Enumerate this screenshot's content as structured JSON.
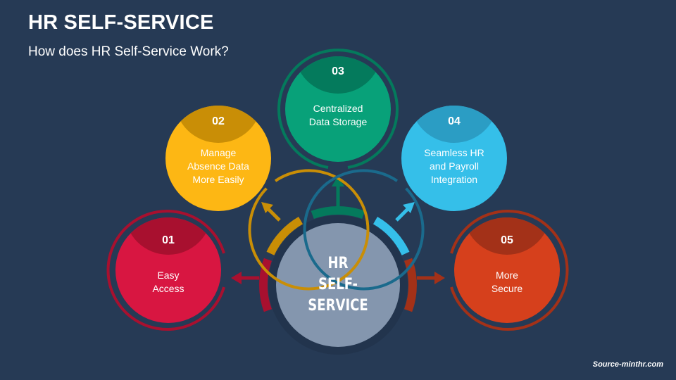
{
  "header": {
    "title": "HR SELF-SERVICE",
    "subtitle": "How does HR Self-Service Work?"
  },
  "hub": {
    "line1": "HR",
    "line2": "SELF-SERVICE",
    "color": "#8496ae"
  },
  "steps": [
    {
      "number": "01",
      "label": "Easy Access",
      "lines": [
        "Easy",
        "Access"
      ],
      "color": "#d81641",
      "dark": "#a8102f"
    },
    {
      "number": "02",
      "label": "Manage Absence Data More Easily",
      "lines": [
        "Manage",
        "Absence Data",
        "More Easily"
      ],
      "color": "#fdb714",
      "dark": "#c98e06"
    },
    {
      "number": "03",
      "label": "Centralized Data Storage",
      "lines": [
        "Centralized",
        "Data Storage"
      ],
      "color": "#08a179",
      "dark": "#047a5c"
    },
    {
      "number": "04",
      "label": "Seamless HR and Payroll Integration",
      "lines": [
        "Seamless HR",
        "and Payroll",
        "Integration"
      ],
      "color": "#35bfe9",
      "dark": "#1a6a8c"
    },
    {
      "number": "05",
      "label": "More Secure",
      "lines": [
        "More",
        "Secure"
      ],
      "color": "#d6401c",
      "dark": "#a33118"
    }
  ],
  "footer": {
    "source": "Source-minthr.com"
  },
  "colors": {
    "background": "#263a55"
  }
}
